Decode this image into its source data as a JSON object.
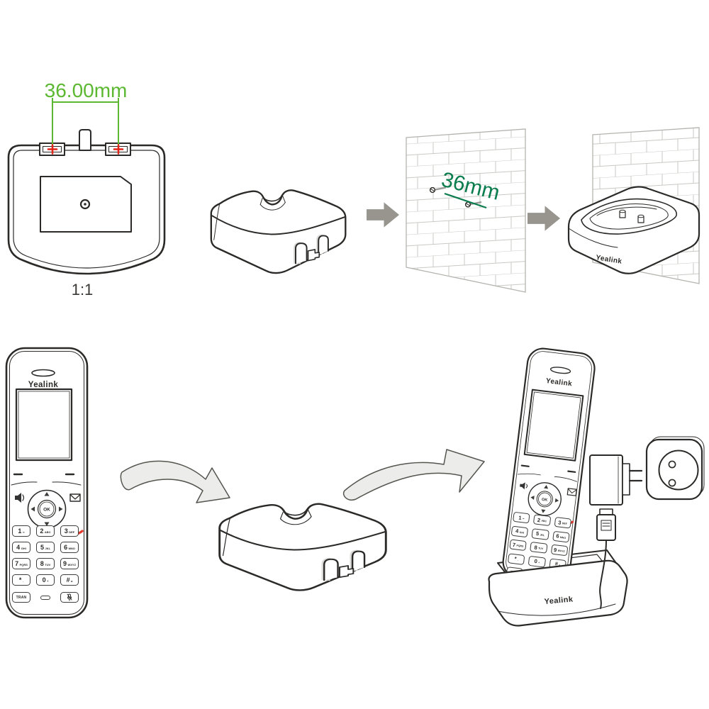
{
  "figure": "Yealink handset charger cradle: wall-mount and charging instructions",
  "colors": {
    "line": "#2b2a28",
    "green": "#5cb831",
    "dark_green": "#0a7d4e",
    "red": "#e02418",
    "call_green": "#3db83a",
    "hangup_red": "#e03a2f",
    "arrow_gray": "#97958e",
    "swoosh_fill": "#ececea",
    "swoosh_line": "#55544e",
    "wall_border": "#b3b3af",
    "brick_line": "#c9c9c5",
    "shadow_gray": "#d9d9d6",
    "screen_fill": "#f5f5f3"
  },
  "mount_template": {
    "dimension_label": "36.00mm",
    "scale_label": "1:1"
  },
  "wall_marking": {
    "dimension_label": "36mm"
  },
  "handset": {
    "brand": "Yealink",
    "ok_label": "OK",
    "keys": [
      {
        "main": "1",
        "sub": "∞"
      },
      {
        "main": "2",
        "sub": "ABC"
      },
      {
        "main": "3",
        "sub": "DEF"
      },
      {
        "main": "4",
        "sub": "GHI"
      },
      {
        "main": "5",
        "sub": "JKL"
      },
      {
        "main": "6",
        "sub": "MNO"
      },
      {
        "main": "7",
        "sub": "PQRS"
      },
      {
        "main": "8",
        "sub": "TUV"
      },
      {
        "main": "9",
        "sub": "WXYZ"
      },
      {
        "main": "*",
        "sub": "."
      },
      {
        "main": "0",
        "sub": "+"
      },
      {
        "main": "#",
        "sub": "a"
      }
    ],
    "bottom_row": {
      "tran": "TRAN"
    }
  },
  "wall_dock": {
    "brand": "Yealink"
  },
  "charger_base": {
    "brand": "Yealink"
  }
}
